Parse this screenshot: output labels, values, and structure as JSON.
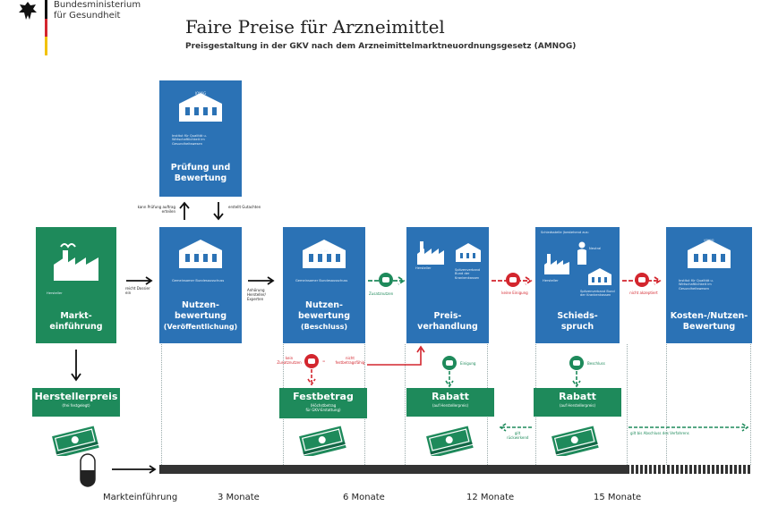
{
  "header": {
    "ministry_line1": "Bundesministerium",
    "ministry_line2": "für Gesundheit",
    "title": "Faire Preise für Arzneimittel",
    "subtitle": "Preisgestaltung in der GKV nach dem Arzneimittelmarktneuordnungsgesetz (AMNOG)"
  },
  "boxes": {
    "pruefung": {
      "org": "Institut für Qualität u. Wirtschaftlichkeit im Gesundheitswesen",
      "house_tag": "IQWiG",
      "title_l1": "Prüfung und",
      "title_l2": "Bewertung"
    },
    "markteinfuehrung": {
      "org": "Hersteller",
      "title_l1": "Markt-",
      "title_l2": "einführung"
    },
    "nutzen1": {
      "org": "Gemeinsamer Bundesausschuss",
      "house_tag": "G-BA",
      "title_l1": "Nutzen-",
      "title_l2": "bewertung",
      "title_l3": "(Veröffentlichung)"
    },
    "nutzen2": {
      "org": "Gemeinsamer Bundesausschuss",
      "house_tag": "G-BA",
      "title_l1": "Nutzen-",
      "title_l2": "bewertung",
      "title_l3": "(Beschluss)"
    },
    "preis": {
      "org_left": "Hersteller",
      "org_right": "Spitzenverband Bund der Krankenkassen",
      "title_l1": "Preis-",
      "title_l2": "verhandlung"
    },
    "schieds": {
      "header": "Schiedsstelle (bestehend aus:",
      "neutral": "Neutral",
      "org_left": "Hersteller",
      "org_right": "Spitzenverband Bund der Krankenkassen",
      "title_l1": "Schieds-",
      "title_l2": "spruch"
    },
    "kosten": {
      "org": "Institut für Qualität u. Wirtschaftlichkeit im Gesundheitswesen",
      "house_tag": "IQWiG",
      "title_l1": "Kosten-/Nutzen-",
      "title_l2": "Bewertung"
    }
  },
  "labels": {
    "kann_pruefung": "kann Prüfung auftrag erteilen",
    "erstellt": "erstellt Gutachten",
    "reicht_dossier": "reicht Dossier ein",
    "anhoerung": "Anhörung Hersteller/ Experten",
    "zusatznutzen": "Zusatznutzen",
    "kein_zusatznutzen": "kein Zusatznutzen",
    "nicht_festbetrag": "nicht festbetragsfähig",
    "keine_einigung": "keine Einigung",
    "einigung": "Einigung",
    "beschluss": "Beschluss",
    "nicht_akzeptiert": "nicht akzeptiert",
    "gilt_rueckwirkend": "gilt rückwirkend",
    "gilt_bis": "gilt bis Abschluss des Verfahrens"
  },
  "prices": {
    "herstellerpreis": {
      "title": "Herstellerpreis",
      "sub": "(frei festgelegt)"
    },
    "festbetrag": {
      "title": "Festbetrag",
      "sub_l1": "(Höchstbetrag",
      "sub_l2": "für GKV-Erstattung)"
    },
    "rabatt1": {
      "title": "Rabatt",
      "sub": "(auf Herstellerpreis)"
    },
    "rabatt2": {
      "title": "Rabatt",
      "sub": "(auf Herstellerpreis)"
    }
  },
  "timeline": {
    "ticks": [
      "Markteinführung",
      "3 Monate",
      "6 Monate",
      "12 Monate",
      "15 Monate"
    ]
  },
  "colors": {
    "blue": "#2b72b5",
    "green": "#1e8a5b",
    "red": "#d3262e",
    "dark": "#333333"
  }
}
